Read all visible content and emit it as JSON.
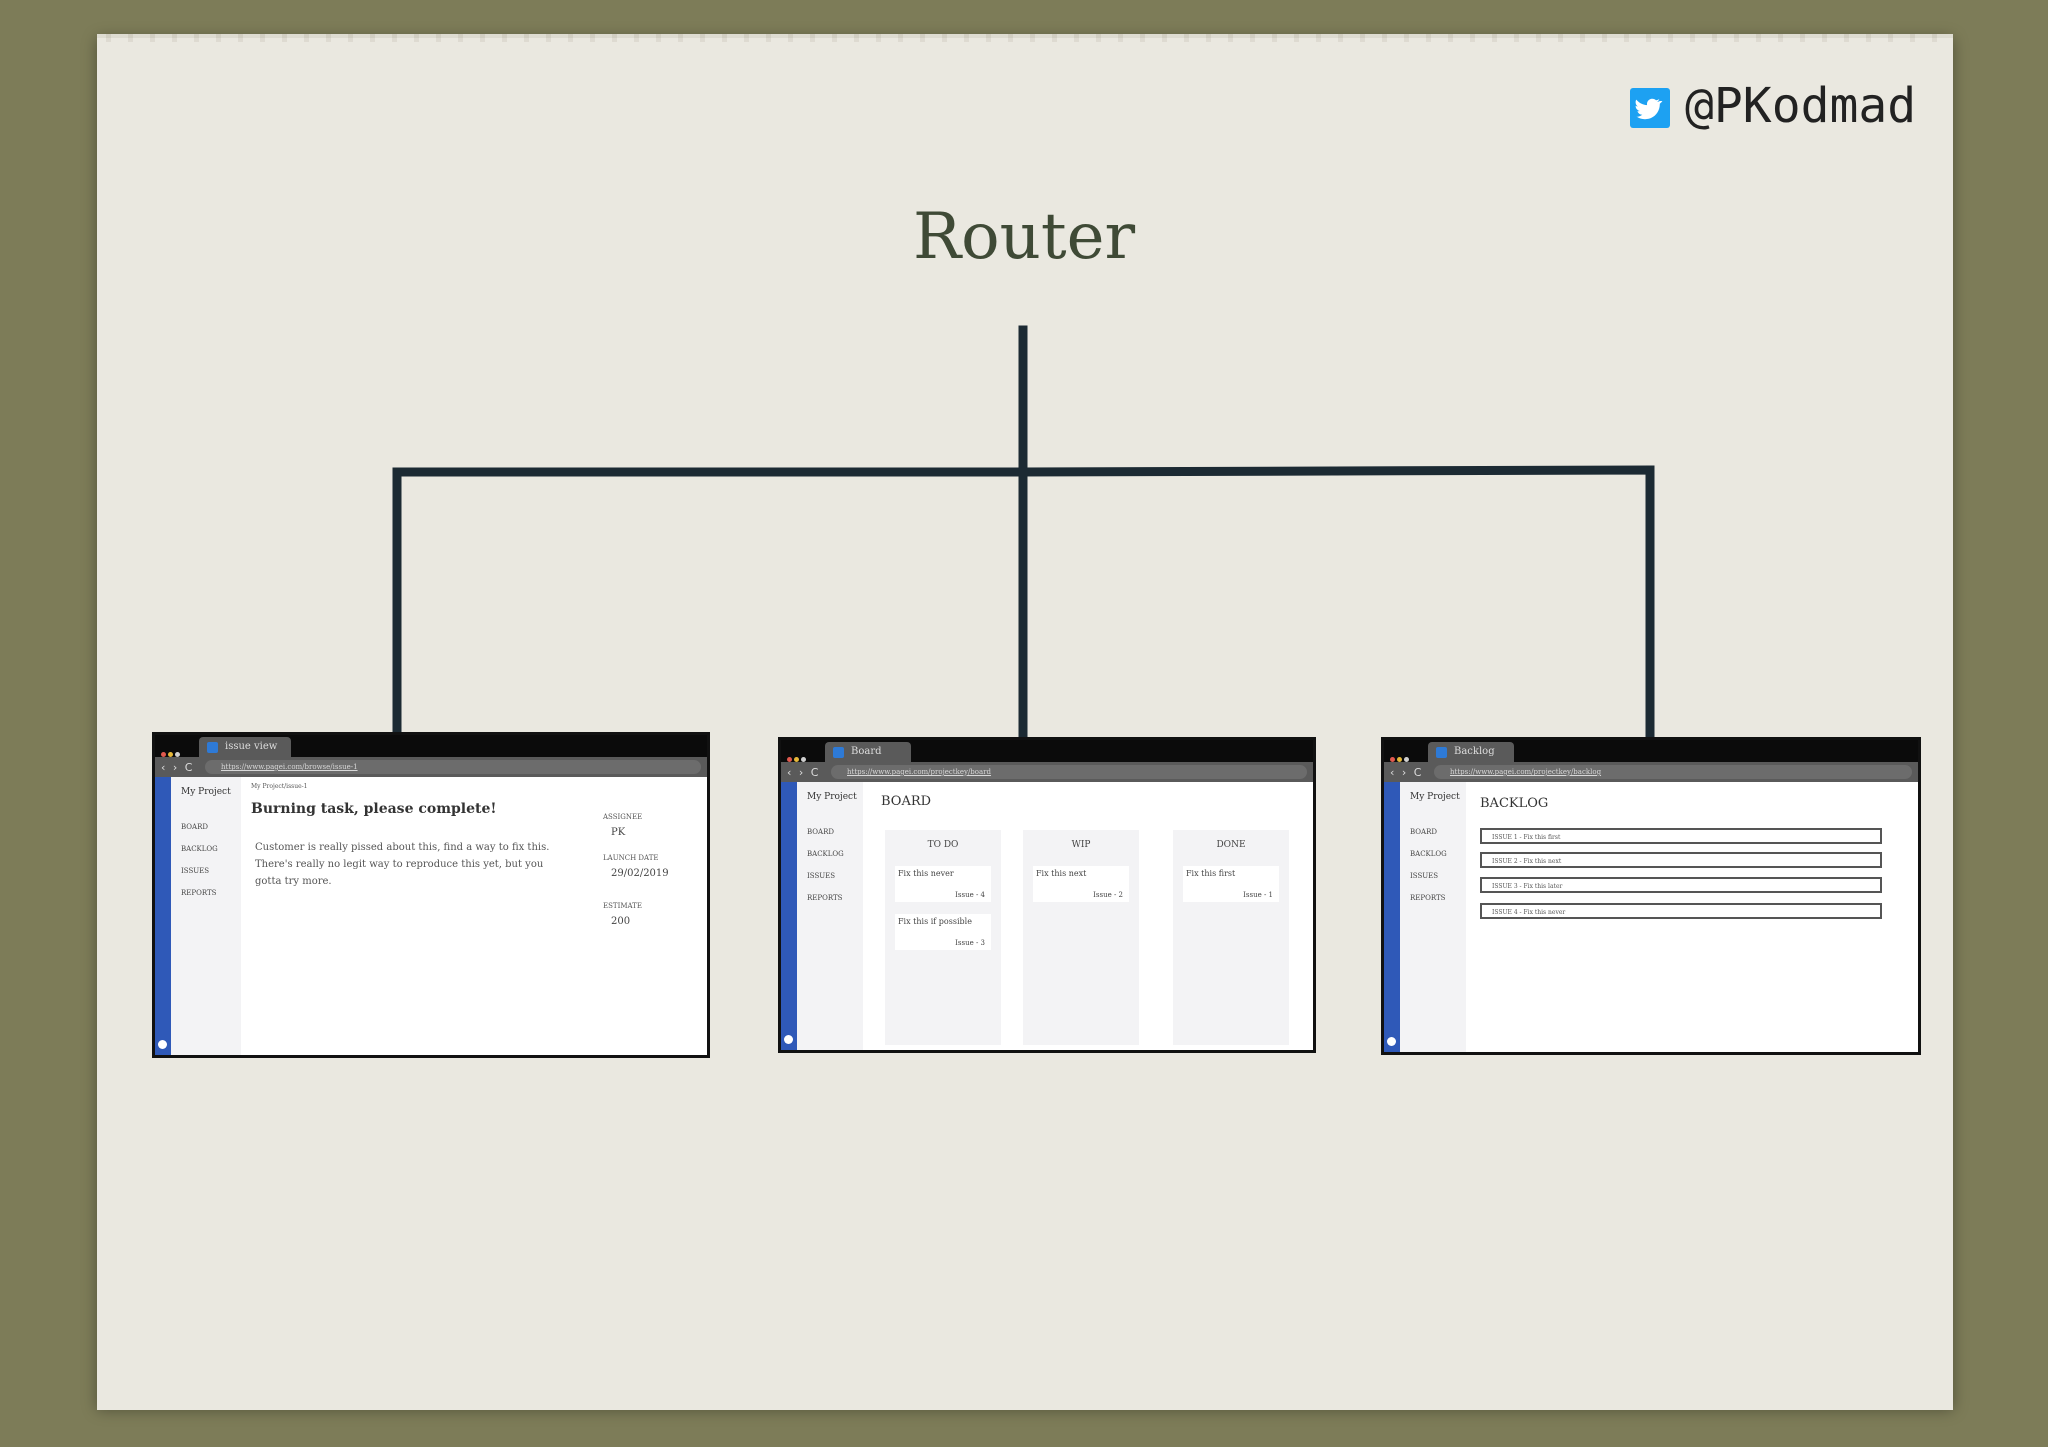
{
  "header": {
    "handle": "@PKodmad",
    "title": "Router"
  },
  "icons": {
    "social": "twitter-icon"
  },
  "windows": [
    {
      "tab_title": "issue view",
      "url": "https://www.pagei.com/browse/issue-1",
      "project": "My Project",
      "nav": [
        "BOARD",
        "BACKLOG",
        "ISSUES",
        "REPORTS"
      ],
      "breadcrumb": "My Project/issue-1",
      "issue_title": "Burning task, please complete!",
      "description": "Customer is really pissed about this, find a way to fix this. There's really no legit way to reproduce this yet, but you gotta try more.",
      "assignee_label": "ASSIGNEE",
      "assignee": "PK",
      "launch_label": "LAUNCH DATE",
      "launch_date": "29/02/2019",
      "estimate_label": "ESTIMATE",
      "estimate": "200"
    },
    {
      "tab_title": "Board",
      "url": "https://www.pagei.com/projectkey/board",
      "project": "My Project",
      "nav": [
        "BOARD",
        "BACKLOG",
        "ISSUES",
        "REPORTS"
      ],
      "heading": "BOARD",
      "columns": [
        {
          "name": "TO DO",
          "cards": [
            {
              "title": "Fix this never",
              "id": "Issue - 4"
            },
            {
              "title": "Fix this if possible",
              "id": "Issue - 3"
            }
          ]
        },
        {
          "name": "WIP",
          "cards": [
            {
              "title": "Fix this next",
              "id": "Issue - 2"
            }
          ]
        },
        {
          "name": "DONE",
          "cards": [
            {
              "title": "Fix this first",
              "id": "Issue - 1"
            }
          ]
        }
      ]
    },
    {
      "tab_title": "Backlog",
      "url": "https://www.pagei.com/projectkey/backlog",
      "project": "My Project",
      "nav": [
        "BOARD",
        "BACKLOG",
        "ISSUES",
        "REPORTS"
      ],
      "heading": "BACKLOG",
      "items": [
        "ISSUE 1 - Fix this first",
        "ISSUE 2 - Fix this next",
        "ISSUE 3 - Fix this later",
        "ISSUE 4 - Fix this never"
      ]
    }
  ],
  "colors": {
    "background": "#7d7c58",
    "paper": "#eae8e0",
    "connector": "#1c2a33",
    "title": "#3f4a36",
    "strip": "#2f59b8",
    "twitter": "#1da1f2"
  }
}
